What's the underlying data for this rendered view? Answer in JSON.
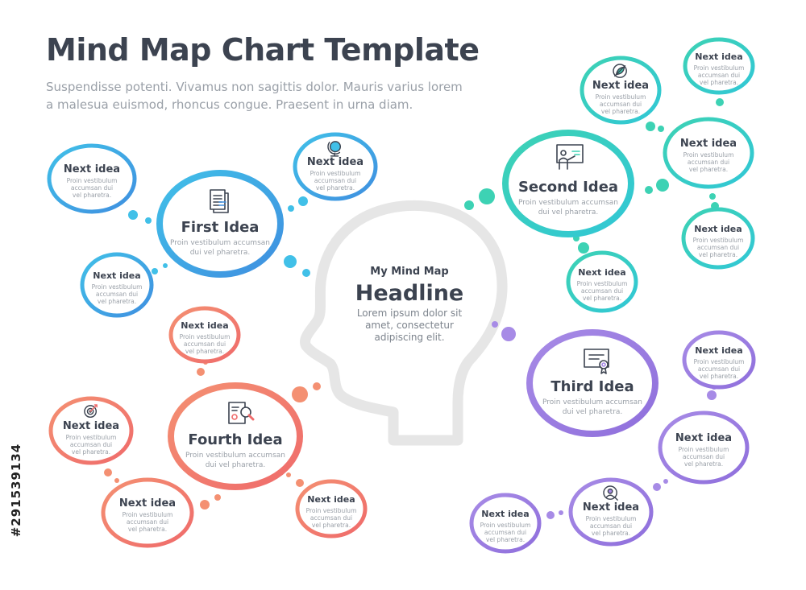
{
  "title": "Mind Map Chart Template",
  "subtitle": "Suspendisse potenti. Vivamus non sagittis dolor. Mauris varius lorem a malesua euismod, rhoncus congue. Praesent in urna diam.",
  "stock_id": "#291539134",
  "colors": {
    "blue": [
      "#41c0e8",
      "#3f8fe0"
    ],
    "green": [
      "#3dd2b4",
      "#31c7d6"
    ],
    "purple": [
      "#a78be6",
      "#8f6fdc"
    ],
    "orange": [
      "#f49072",
      "#ef6b6b"
    ],
    "text": "#3c4350",
    "muted": "#9aa0a8",
    "head": "#e6e6e6"
  },
  "center": {
    "kicker": "My Mind Map",
    "headline": "Headline",
    "body": [
      "Lorem ipsum dolor sit",
      "amet, consectetur",
      "adipiscing elit."
    ]
  },
  "main_ideas": [
    {
      "key": "first",
      "title": "First Idea",
      "body": [
        "Proin vestibulum accumsan",
        "dui vel pharetra."
      ],
      "icon": "document-icon",
      "color": "blue"
    },
    {
      "key": "second",
      "title": "Second Idea",
      "body": [
        "Proin vestibulum accumsan",
        "dui vel pharetra."
      ],
      "icon": "presentation-icon",
      "color": "green"
    },
    {
      "key": "third",
      "title": "Third Idea",
      "body": [
        "Proin vestibulum accumsan",
        "dui vel pharetra."
      ],
      "icon": "certificate-icon",
      "color": "purple"
    },
    {
      "key": "fourth",
      "title": "Fourth Idea",
      "body": [
        "Proin vestibulum accumsan",
        "dui vel pharetra."
      ],
      "icon": "magnifier-report-icon",
      "color": "orange"
    }
  ],
  "sub_ideas": {
    "label": "Next idea",
    "body": [
      "Proin vestibulum",
      "accumsan dui",
      "vel pharetra."
    ],
    "items": [
      {
        "key": "b1",
        "color": "blue",
        "icon": null
      },
      {
        "key": "b2",
        "color": "blue",
        "icon": "globe-icon"
      },
      {
        "key": "b3",
        "color": "blue",
        "icon": null
      },
      {
        "key": "g1",
        "color": "green",
        "icon": "leaf-icon"
      },
      {
        "key": "g2",
        "color": "green",
        "icon": null
      },
      {
        "key": "g3",
        "color": "green",
        "icon": null
      },
      {
        "key": "g4",
        "color": "green",
        "icon": null
      },
      {
        "key": "g5",
        "color": "green",
        "icon": null
      },
      {
        "key": "p1",
        "color": "purple",
        "icon": null
      },
      {
        "key": "p2",
        "color": "purple",
        "icon": null
      },
      {
        "key": "p3",
        "color": "purple",
        "icon": "person-search-icon"
      },
      {
        "key": "p4",
        "color": "purple",
        "icon": null
      },
      {
        "key": "o1",
        "color": "orange",
        "icon": null
      },
      {
        "key": "o2",
        "color": "orange",
        "icon": "target-icon"
      },
      {
        "key": "o3",
        "color": "orange",
        "icon": null
      },
      {
        "key": "o4",
        "color": "orange",
        "icon": null
      }
    ]
  }
}
